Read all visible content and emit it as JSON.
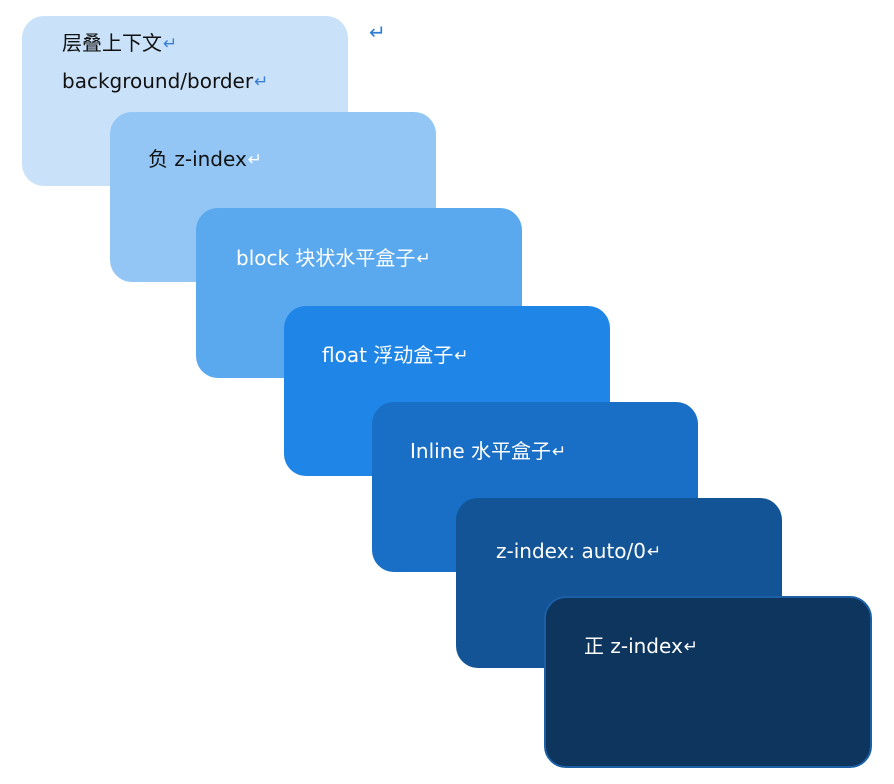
{
  "diagram": {
    "return_mark": "↵",
    "layers": [
      {
        "lines": [
          "层叠上下文",
          "background/border"
        ],
        "color": "#c9e2f9"
      },
      {
        "lines": [
          "负  z-index"
        ],
        "color": "#93c6f4"
      },
      {
        "lines": [
          "block 块状水平盒子"
        ],
        "color": "#5aa9ee"
      },
      {
        "lines": [
          "float  浮动盒子"
        ],
        "color": "#1f86e8"
      },
      {
        "lines": [
          "Inline  水平盒子"
        ],
        "color": "#196ec6"
      },
      {
        "lines": [
          "z-index: auto/0"
        ],
        "color": "#135496"
      },
      {
        "lines": [
          "正  z-index"
        ],
        "color": "#0d355e"
      }
    ]
  }
}
